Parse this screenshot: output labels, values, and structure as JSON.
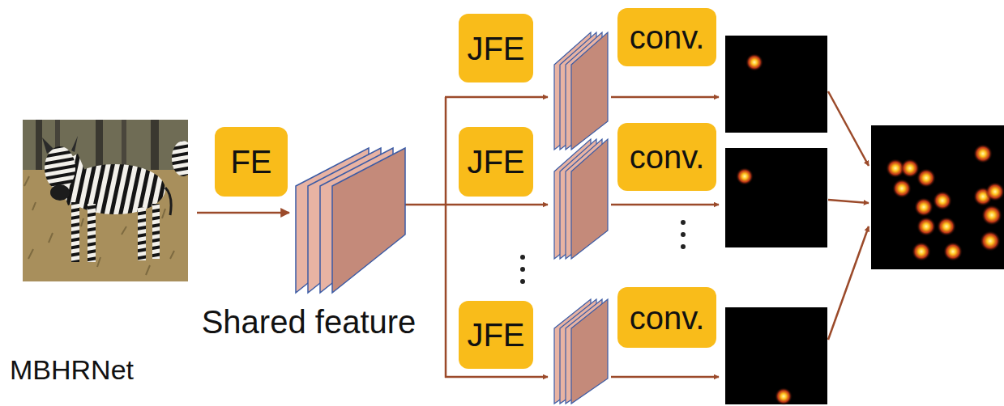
{
  "diagram": {
    "nodes": [
      {
        "text": [
          "FE"
        ]
      },
      {
        "text": [
          "JFE"
        ]
      },
      {
        "text": [
          "conv."
        ]
      },
      {
        "text": [
          "JFE"
        ]
      },
      {
        "text": [
          "conv."
        ]
      },
      {
        "text": [
          "JFE"
        ]
      },
      {
        "text": [
          "conv."
        ]
      }
    ],
    "labels": [
      "Shared feature",
      "MBHRNet"
    ]
  }
}
